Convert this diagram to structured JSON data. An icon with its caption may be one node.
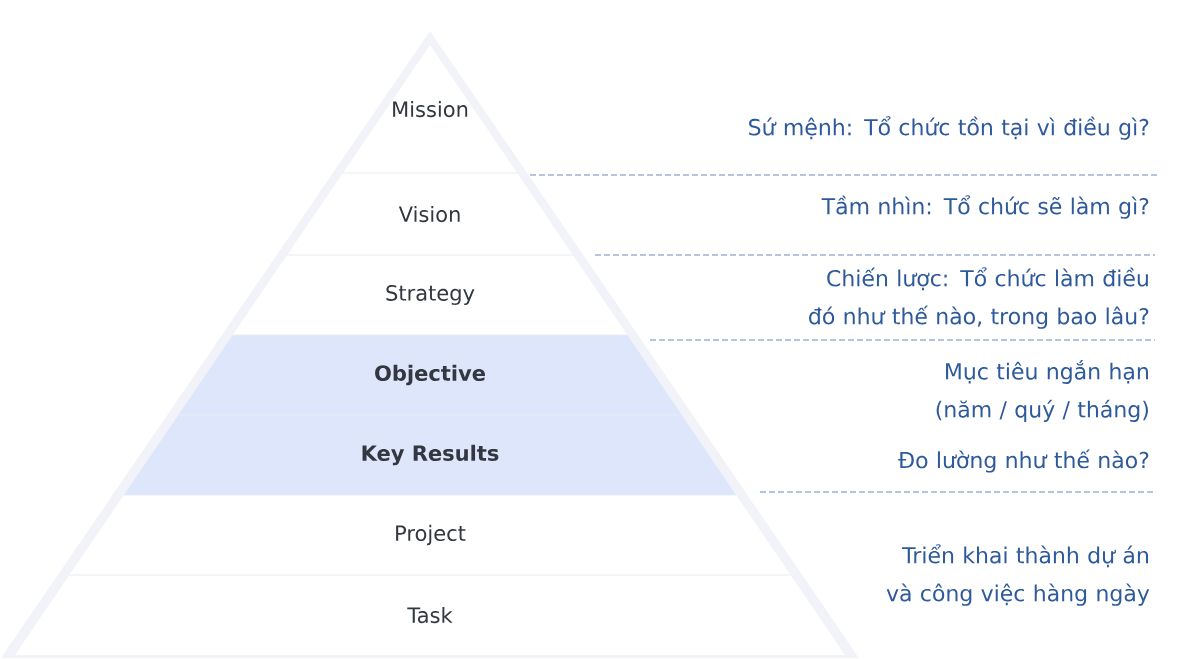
{
  "diagram": {
    "nodes": [
      {
        "text": [
          "Mission"
        ]
      },
      {
        "text": [
          "Vision"
        ]
      },
      {
        "text": [
          "Strategy"
        ]
      },
      {
        "text": [
          "Objective"
        ]
      },
      {
        "text": [
          "Key Results"
        ]
      },
      {
        "text": [
          "Project"
        ]
      },
      {
        "text": [
          "Task"
        ]
      }
    ],
    "labels": [
      "Sứ mệnh: Tổ chức tồn tại vì điều gì?",
      "Tầm nhìn: Tổ chức sẽ làm gì?",
      "Chiến lược: Tổ chức làm điều đó như thế nào, trong bao lâu?",
      "Mục tiêu ngắn hạn (năm / quý / tháng)",
      "Đo lường như thế nào?",
      "Triển khai thành dự án và công việc hàng ngày"
    ]
  }
}
